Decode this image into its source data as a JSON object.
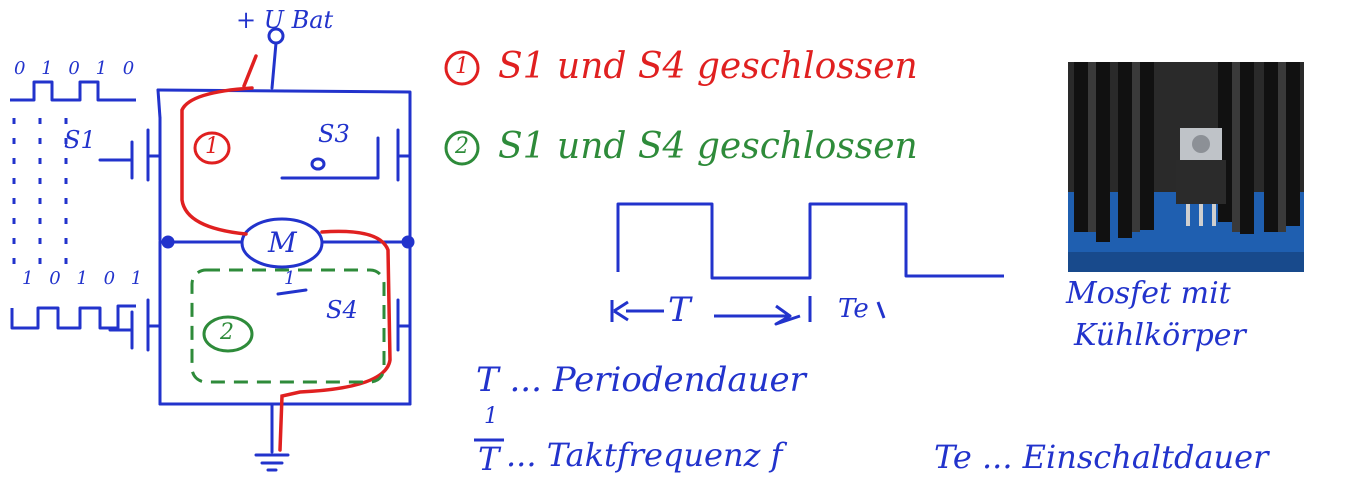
{
  "colors": {
    "blue": "#2233cc",
    "red": "#e02020",
    "green": "#2e8b3a",
    "photo_metal": "#1c1c1c",
    "photo_board": "#1f5fb0"
  },
  "circuit": {
    "supply_label": "+ U Bat",
    "ground": "ground-symbol",
    "switch_labels": {
      "s1": "S1",
      "s3": "S3",
      "s4": "S4"
    },
    "motor_label": "M",
    "path1_marker": "1",
    "path2_marker": "2",
    "s1_pattern": [
      "0",
      "1",
      "0",
      "1",
      "0"
    ],
    "s4_pattern": [
      "1",
      "0",
      "1",
      "0",
      "1"
    ],
    "s3_state": "0",
    "s4_state": "1"
  },
  "legend": {
    "path1": {
      "number": "1",
      "text": "S1 und S4 geschlossen"
    },
    "path2": {
      "number": "2",
      "text": "S1 und S4 geschlossen"
    }
  },
  "waveform": {
    "period_label": "T",
    "on_time_label": "Te"
  },
  "photo": {
    "caption_line1": "Mosfet mit",
    "caption_line2": "Kühlkörper"
  },
  "definitions": {
    "period": "T ... Periodendauer",
    "frequency_fraction_num": "1",
    "frequency_fraction_den": "T",
    "frequency": "... Taktfrequenz f",
    "on_time": "Te ... Einschaltdauer"
  }
}
